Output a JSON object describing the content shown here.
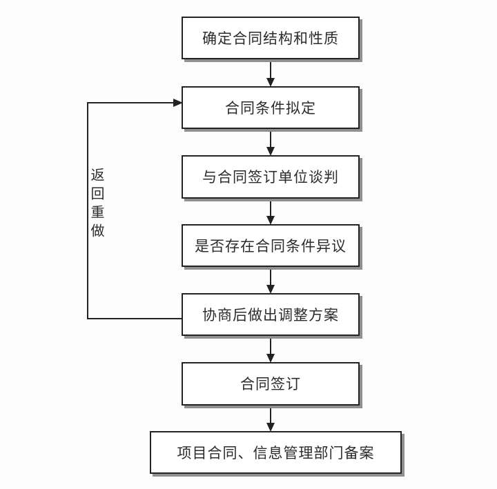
{
  "diagram": {
    "type": "flowchart",
    "direction": "top-down",
    "nodes": [
      {
        "id": "n1",
        "label": "确定合同结构和性质"
      },
      {
        "id": "n2",
        "label": "合同条件拟定"
      },
      {
        "id": "n3",
        "label": "与合同签订单位谈判"
      },
      {
        "id": "n4",
        "label": "是否存在合同条件异议"
      },
      {
        "id": "n5",
        "label": "协商后做出调整方案"
      },
      {
        "id": "n6",
        "label": "合同签订"
      },
      {
        "id": "n7",
        "label": "项目合同、信息管理部门备案"
      }
    ],
    "edges": [
      {
        "from": "n1",
        "to": "n2"
      },
      {
        "from": "n2",
        "to": "n3"
      },
      {
        "from": "n3",
        "to": "n4"
      },
      {
        "from": "n4",
        "to": "n5"
      },
      {
        "from": "n5",
        "to": "n6"
      },
      {
        "from": "n6",
        "to": "n7"
      },
      {
        "from": "n5",
        "to": "n2",
        "type": "feedback-loop",
        "label": "返回重做"
      }
    ],
    "loop_label": "返回重做",
    "colors": {
      "box_border": "#222222",
      "box_fill": "#ffffff",
      "box_shadow": "#909090",
      "line": "#222222",
      "text": "#2b2b2b",
      "background": "#fdfdfd"
    }
  }
}
